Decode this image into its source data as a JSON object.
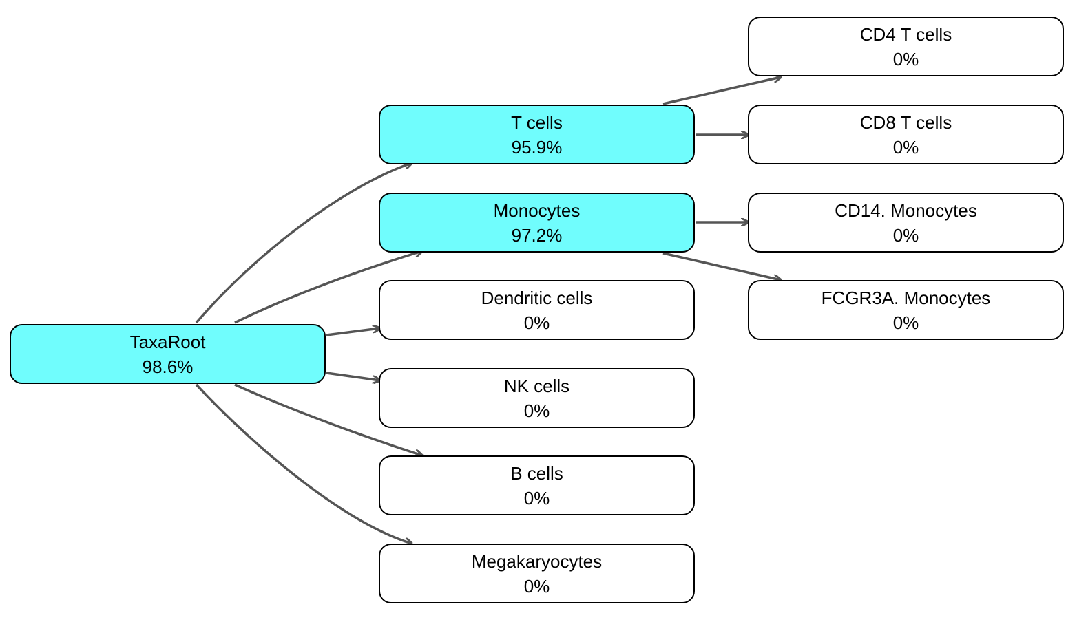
{
  "colors": {
    "active_fill": "#70fdfd",
    "inactive_fill": "#ffffff",
    "node_border": "#000000",
    "edge": "#555555"
  },
  "nodes": {
    "root": {
      "label": "TaxaRoot",
      "value": "98.6%",
      "active": true
    },
    "tcells": {
      "label": "T cells",
      "value": "95.9%",
      "active": true
    },
    "mono": {
      "label": "Monocytes",
      "value": "97.2%",
      "active": true
    },
    "dc": {
      "label": "Dendritic cells",
      "value": "0%",
      "active": false
    },
    "nk": {
      "label": "NK cells",
      "value": "0%",
      "active": false
    },
    "bcells": {
      "label": "B cells",
      "value": "0%",
      "active": false
    },
    "mk": {
      "label": "Megakaryocytes",
      "value": "0%",
      "active": false
    },
    "cd4": {
      "label": "CD4 T cells",
      "value": "0%",
      "active": false
    },
    "cd8": {
      "label": "CD8 T cells",
      "value": "0%",
      "active": false
    },
    "cd14": {
      "label": "CD14. Monocytes",
      "value": "0%",
      "active": false
    },
    "fcgr": {
      "label": "FCGR3A. Monocytes",
      "value": "0%",
      "active": false
    }
  },
  "edges": [
    {
      "from": "root",
      "to": "tcells"
    },
    {
      "from": "root",
      "to": "mono"
    },
    {
      "from": "root",
      "to": "dc"
    },
    {
      "from": "root",
      "to": "nk"
    },
    {
      "from": "root",
      "to": "bcells"
    },
    {
      "from": "root",
      "to": "mk"
    },
    {
      "from": "tcells",
      "to": "cd4"
    },
    {
      "from": "tcells",
      "to": "cd8"
    },
    {
      "from": "mono",
      "to": "cd14"
    },
    {
      "from": "mono",
      "to": "fcgr"
    }
  ]
}
